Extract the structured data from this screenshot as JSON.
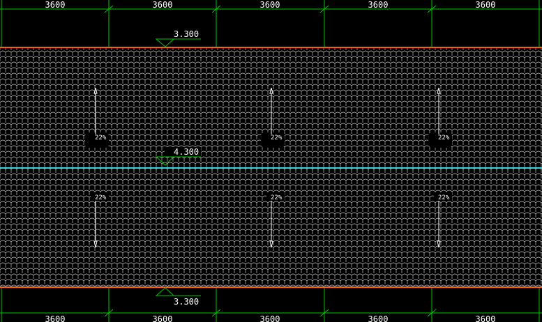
{
  "drawing": {
    "background_color": "#000000",
    "colors": {
      "grid": "#00c800",
      "eave": "#ff5a1e",
      "ridge": "#32d2dc",
      "tile": "#c8c8c8",
      "text": "#ffffff",
      "elevation_marker": "#00c800"
    },
    "top_dimensions": [
      "3600",
      "3600",
      "3600",
      "3600",
      "3600"
    ],
    "bottom_dimensions": [
      "3600",
      "3600",
      "3600",
      "3600",
      "3600"
    ],
    "elevations": {
      "top_eave": "3.300",
      "ridge": "4.300",
      "bottom_eave": "3.300"
    },
    "slopes": {
      "upper_labels": [
        "22%",
        "22%",
        "22%"
      ],
      "lower_labels": [
        "22%",
        "22%",
        "22%"
      ],
      "upper_direction": "up",
      "lower_direction": "down"
    },
    "roof_material": "tile-pattern"
  }
}
